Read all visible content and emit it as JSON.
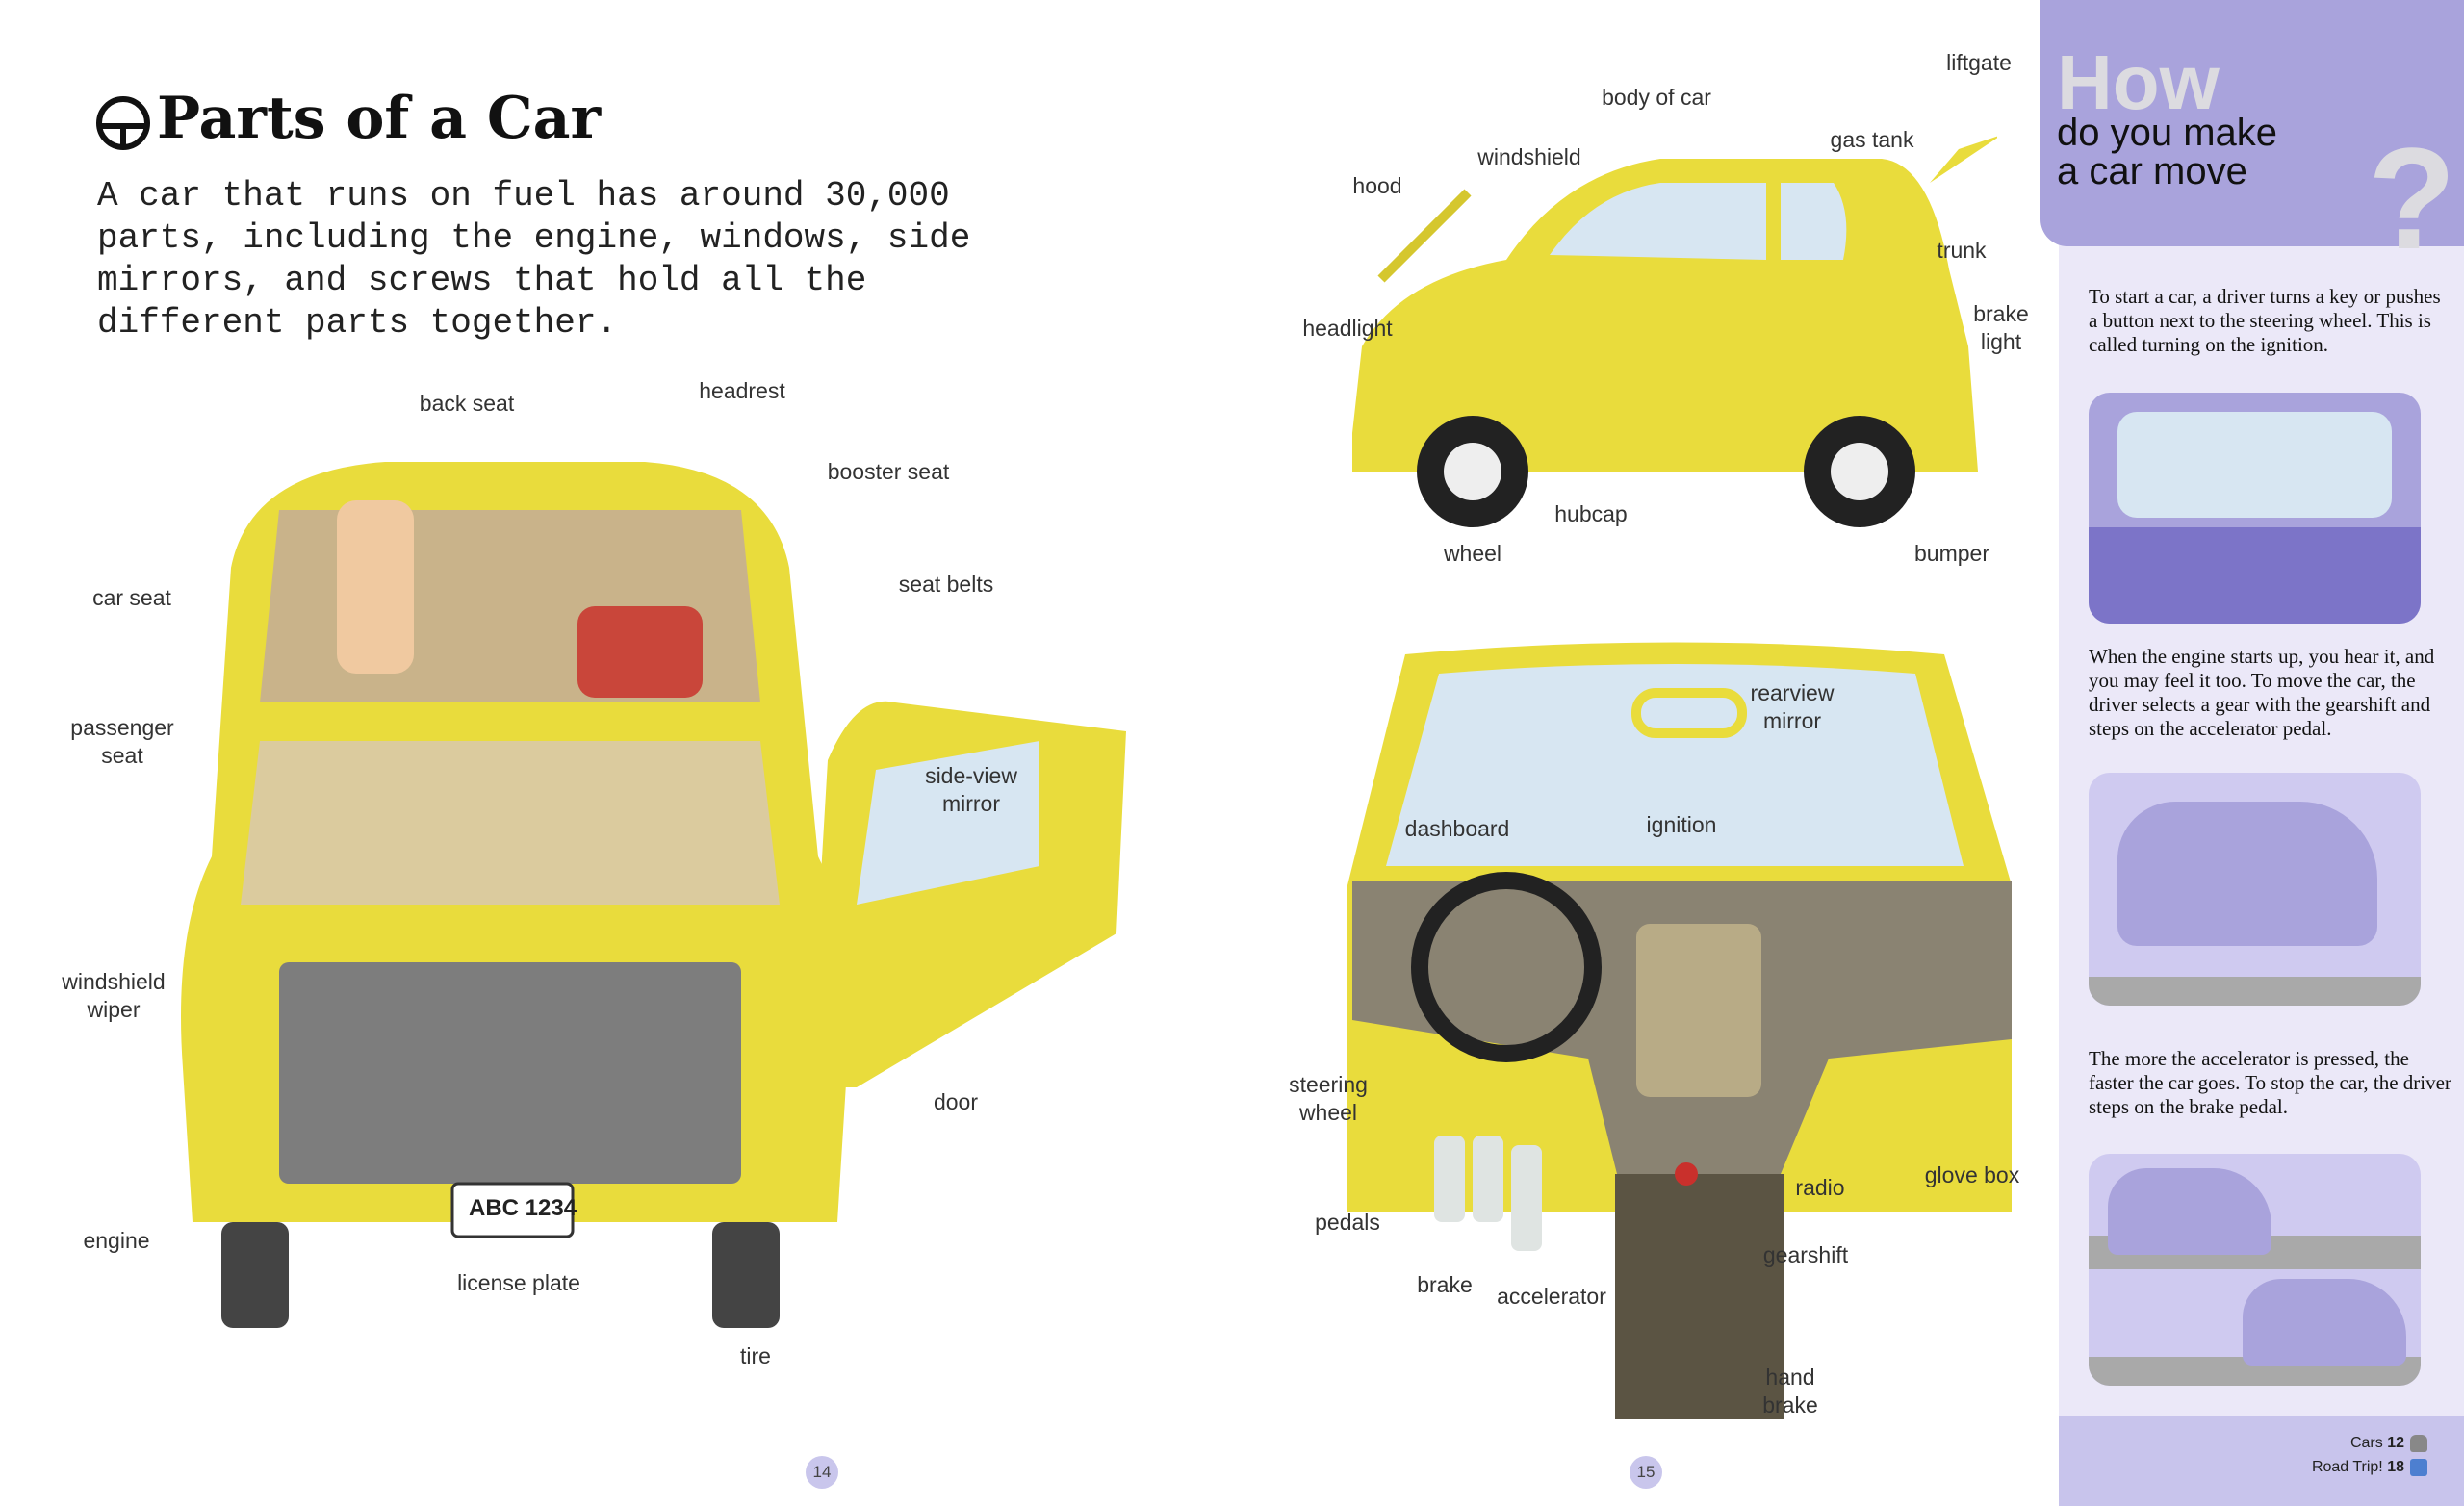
{
  "left_page": {
    "title": "Parts of a Car",
    "title_icon": "steering-wheel-icon",
    "intro": "A car that runs on fuel has around 30,000 parts, including the engine, windows, side mirrors, and screws that hold all the different parts together.",
    "license_plate_text": "ABC 1234",
    "labels": {
      "back_seat": "back seat",
      "headrest": "headrest",
      "booster_seat": "booster seat",
      "car_seat": "car seat",
      "seat_belts": "seat belts",
      "passenger_seat_1": "passenger",
      "passenger_seat_2": "seat",
      "side_view_mirror_1": "side-view",
      "side_view_mirror_2": "mirror",
      "windshield_wiper_1": "windshield",
      "windshield_wiper_2": "wiper",
      "door": "door",
      "engine": "engine",
      "license_plate": "license plate",
      "tire": "tire"
    },
    "page_number": "14"
  },
  "right_page": {
    "exterior_labels": {
      "liftgate": "liftgate",
      "body_of_car": "body of car",
      "gas_tank": "gas tank",
      "windshield": "windshield",
      "hood": "hood",
      "trunk": "trunk",
      "headlight": "headlight",
      "brake_light_1": "brake",
      "brake_light_2": "light",
      "hubcap": "hubcap",
      "wheel": "wheel",
      "bumper": "bumper"
    },
    "interior_labels": {
      "rearview_mirror_1": "rearview",
      "rearview_mirror_2": "mirror",
      "dashboard": "dashboard",
      "ignition": "ignition",
      "steering_wheel_1": "steering",
      "steering_wheel_2": "wheel",
      "pedals": "pedals",
      "radio": "radio",
      "glove_box": "glove box",
      "gearshift": "gearshift",
      "brake": "brake",
      "accelerator": "accelerator",
      "hand_brake_1": "hand",
      "hand_brake_2": "brake"
    },
    "page_number": "15"
  },
  "sidebar": {
    "heading_big": "How",
    "heading_line1": "do you make",
    "heading_line2": "a car move",
    "question_mark": "?",
    "paragraphs": [
      "To start a car, a driver turns a key or pushes a button next to the steering wheel. This is called turning on the ignition.",
      "When the engine starts up, you hear it, and you may feel it too. To move the car, the driver selects a gear with the gearshift and steps on the accelerator pedal.",
      "The more the accelerator is pressed, the faster the car goes. To stop the car, the driver steps on the brake pedal."
    ],
    "cross_refs": [
      {
        "label": "Cars",
        "page": "12",
        "icon": "car-icon"
      },
      {
        "label": "Road Trip!",
        "page": "18",
        "icon": "road-sign-icon"
      }
    ]
  },
  "colors": {
    "car_yellow": "#e9dc3c",
    "sidebar_purple": "#a9a3dc",
    "sidebar_light": "#ebe8f8"
  }
}
